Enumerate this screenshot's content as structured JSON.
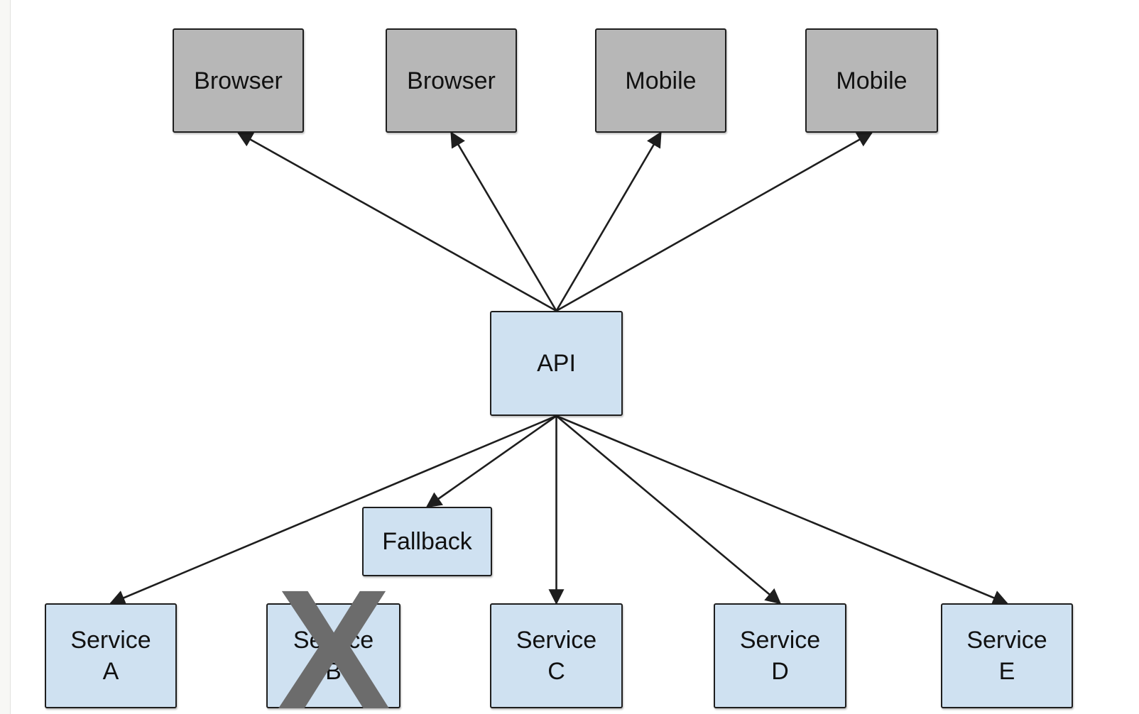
{
  "diagram": {
    "nodes": [
      {
        "id": "browser-1",
        "label": "Browser",
        "kind": "client"
      },
      {
        "id": "browser-2",
        "label": "Browser",
        "kind": "client"
      },
      {
        "id": "mobile-1",
        "label": "Mobile",
        "kind": "client"
      },
      {
        "id": "mobile-2",
        "label": "Mobile",
        "kind": "client"
      },
      {
        "id": "api",
        "label": "API",
        "kind": "service"
      },
      {
        "id": "fallback",
        "label": "Fallback",
        "kind": "service"
      },
      {
        "id": "service-a",
        "label": "Service\nA",
        "kind": "service"
      },
      {
        "id": "service-b",
        "label": "Service\nB",
        "kind": "service",
        "status": "failed"
      },
      {
        "id": "service-c",
        "label": "Service\nC",
        "kind": "service"
      },
      {
        "id": "service-d",
        "label": "Service\nD",
        "kind": "service"
      },
      {
        "id": "service-e",
        "label": "Service\nE",
        "kind": "service"
      }
    ],
    "edges": [
      {
        "from": "api",
        "to": "browser-1"
      },
      {
        "from": "api",
        "to": "browser-2"
      },
      {
        "from": "api",
        "to": "mobile-1"
      },
      {
        "from": "api",
        "to": "mobile-2"
      },
      {
        "from": "api",
        "to": "fallback"
      },
      {
        "from": "api",
        "to": "service-a"
      },
      {
        "from": "api",
        "to": "service-c"
      },
      {
        "from": "api",
        "to": "service-d"
      },
      {
        "from": "api",
        "to": "service-e"
      }
    ],
    "failed_mark": "X",
    "colors": {
      "client_fill": "#b7b7b7",
      "service_fill": "#cfe1f1",
      "stroke": "#1e1e1e",
      "failed_mark": "#6c6c6c"
    }
  }
}
